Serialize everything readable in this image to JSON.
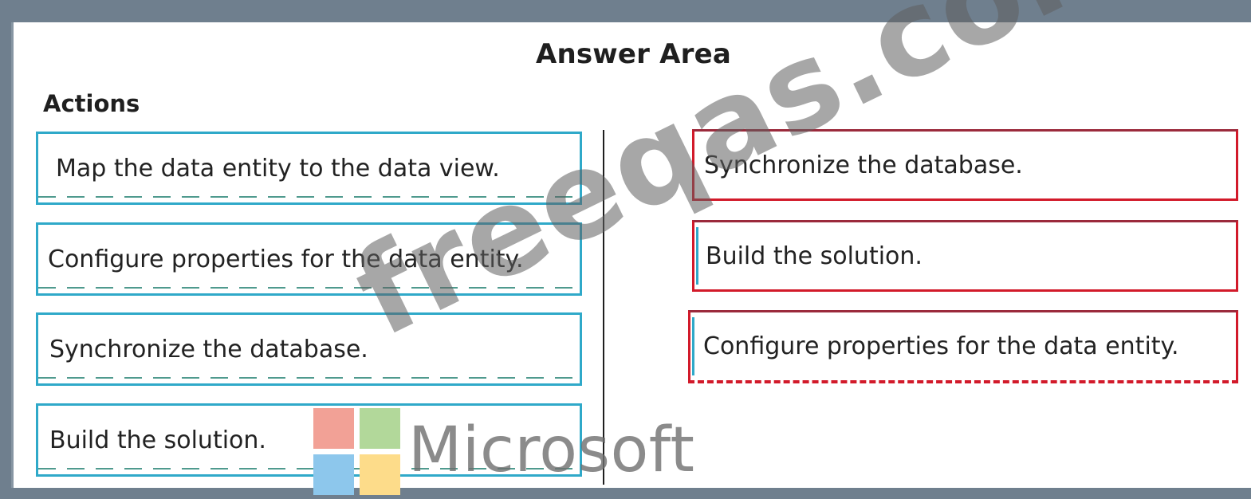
{
  "answer_area": {
    "title": "Answer Area",
    "actions_heading": "Actions",
    "actions": [
      "Map the data entity to the data view.",
      "Configure properties for the data entity.",
      "Synchronize the database.",
      "Build the solution."
    ],
    "answers": [
      "Synchronize the database.",
      "Build the solution.",
      "Configure properties for the data entity."
    ]
  },
  "watermark": {
    "site": "freeqas.com",
    "brand": "Microsoft"
  },
  "colors": {
    "frame": "#6f7f8e",
    "action_border": "#2fa9c9",
    "answer_border": "#d21a2a",
    "logo_red": "#f2a196",
    "logo_green": "#b2d89a",
    "logo_blue": "#8dc7ec",
    "logo_yellow": "#fddc8a"
  }
}
